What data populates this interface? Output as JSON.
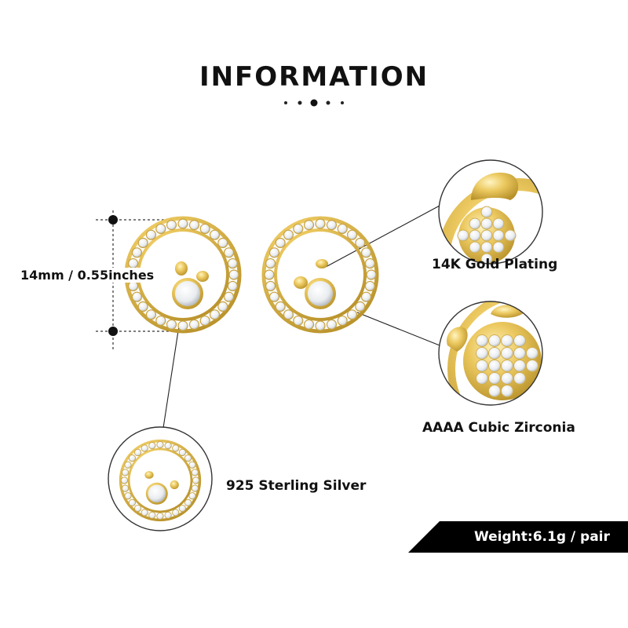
{
  "header": {
    "title": "INFORMATION"
  },
  "dimension": {
    "label": "14mm / 0.55inches"
  },
  "callouts": {
    "plating": "14K Gold Plating",
    "zirconia": "AAAA Cubic Zirconia",
    "silver": "925 Sterling Silver"
  },
  "weight": {
    "label": "Weight:6.1g / pair"
  },
  "colors": {
    "gold": "#e8c75a",
    "gold_dark": "#b8912a",
    "stone": "#f2f2f0",
    "banner": "#000000",
    "leader_line": "#222222"
  },
  "icons": {
    "divider": "dot-divider-icon",
    "earring": "bear-circle-earring"
  }
}
